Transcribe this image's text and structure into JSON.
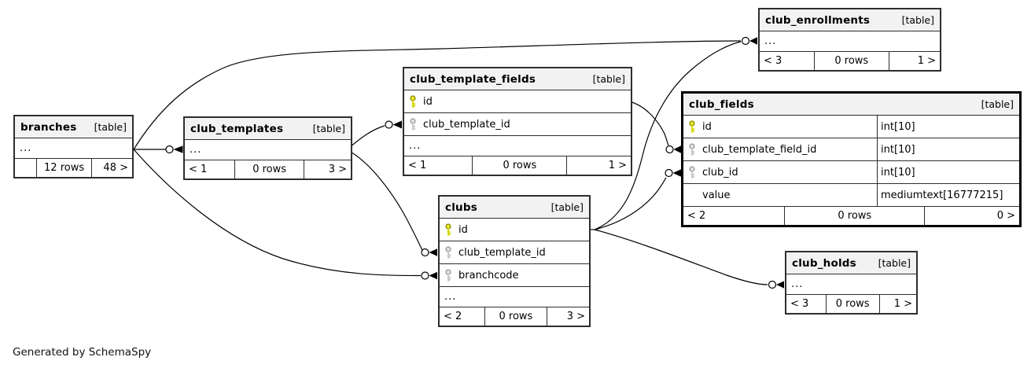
{
  "diagram": {
    "generator_note": "Generated by SchemaSpy"
  },
  "colors": {
    "header_bg": "#f2f2f2",
    "table_border": "#2e2e2e",
    "emphasis_border": "#000000",
    "primary_key_icon": "#ecec33",
    "foreign_key_icon": "#e3e3e3",
    "edge": "#000000"
  },
  "tables": {
    "branches": {
      "name": "branches",
      "tag": "[table]",
      "ellipsis": "...",
      "stats": {
        "parents": "",
        "rows": "12 rows",
        "children": "48 >"
      }
    },
    "club_templates": {
      "name": "club_templates",
      "tag": "[table]",
      "ellipsis": "...",
      "stats": {
        "parents": "< 1",
        "rows": "0 rows",
        "children": "3 >"
      }
    },
    "club_template_fields": {
      "name": "club_template_fields",
      "tag": "[table]",
      "ellipsis": "...",
      "columns": [
        {
          "name": "id",
          "key": "primary"
        },
        {
          "name": "club_template_id",
          "key": "foreign"
        }
      ],
      "stats": {
        "parents": "< 1",
        "rows": "0 rows",
        "children": "1 >"
      }
    },
    "club_enrollments": {
      "name": "club_enrollments",
      "tag": "[table]",
      "ellipsis": "...",
      "stats": {
        "parents": "< 3",
        "rows": "0 rows",
        "children": "1 >"
      }
    },
    "club_fields": {
      "name": "club_fields",
      "tag": "[table]",
      "columns": [
        {
          "name": "id",
          "type": "int[10]",
          "key": "primary"
        },
        {
          "name": "club_template_field_id",
          "type": "int[10]",
          "key": "foreign"
        },
        {
          "name": "club_id",
          "type": "int[10]",
          "key": "foreign"
        },
        {
          "name": "value",
          "type": "mediumtext[16777215]",
          "key": "none"
        }
      ],
      "stats": {
        "parents": "< 2",
        "rows": "0 rows",
        "children": "0 >"
      }
    },
    "clubs": {
      "name": "clubs",
      "tag": "[table]",
      "ellipsis": "...",
      "columns": [
        {
          "name": "id",
          "key": "primary"
        },
        {
          "name": "club_template_id",
          "key": "foreign"
        },
        {
          "name": "branchcode",
          "key": "foreign"
        }
      ],
      "stats": {
        "parents": "< 2",
        "rows": "0 rows",
        "children": "3 >"
      }
    },
    "club_holds": {
      "name": "club_holds",
      "tag": "[table]",
      "ellipsis": "...",
      "stats": {
        "parents": "< 3",
        "rows": "0 rows",
        "children": "1 >"
      }
    }
  },
  "relationships": [
    {
      "from": "branches",
      "to": "club_templates"
    },
    {
      "from": "branches",
      "to": "club_enrollments"
    },
    {
      "from": "branches",
      "to": "clubs.branchcode"
    },
    {
      "from": "club_templates",
      "to": "club_template_fields.club_template_id"
    },
    {
      "from": "club_templates",
      "to": "clubs.club_template_id"
    },
    {
      "from": "club_template_fields.id",
      "to": "club_fields.club_template_field_id"
    },
    {
      "from": "clubs.id",
      "to": "club_fields.club_id"
    },
    {
      "from": "clubs.id",
      "to": "club_enrollments"
    },
    {
      "from": "clubs.id",
      "to": "club_holds"
    }
  ]
}
